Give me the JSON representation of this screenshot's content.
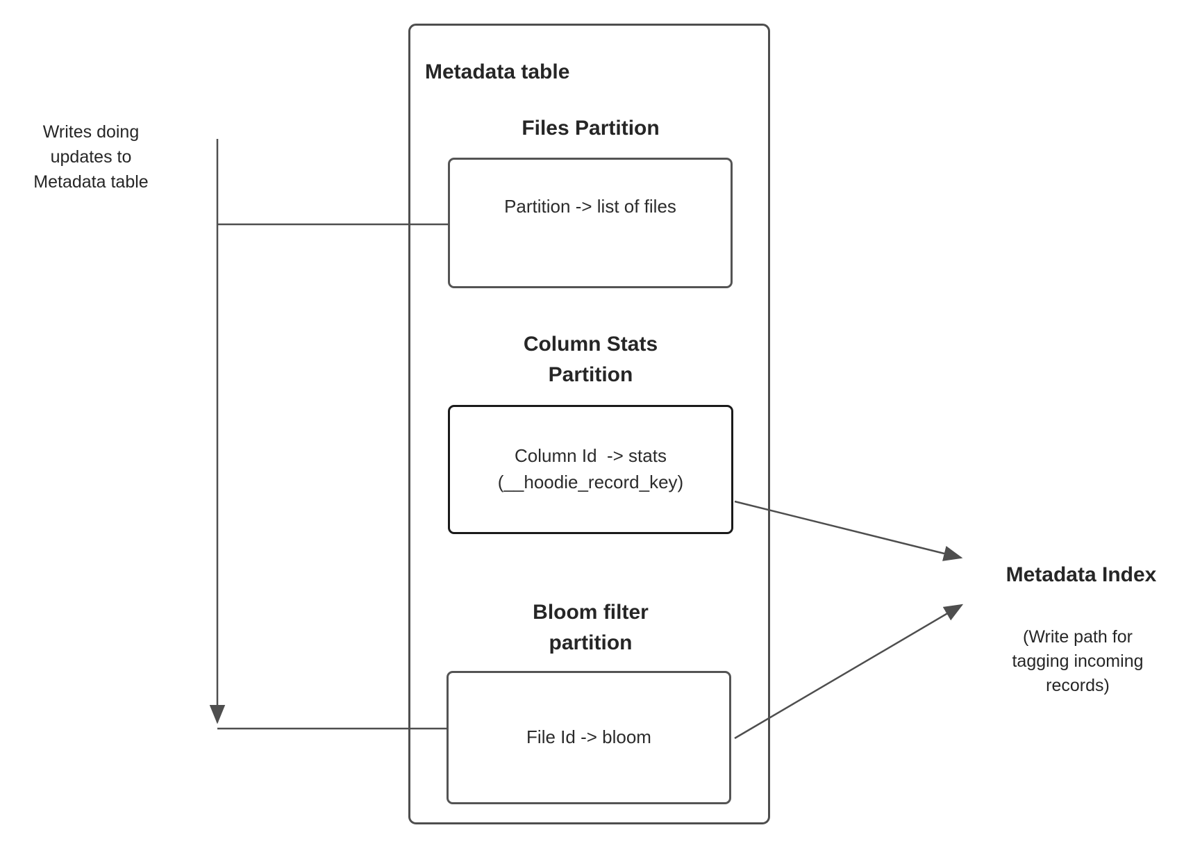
{
  "diagram": {
    "left_note": "Writes doing updates to Metadata table",
    "metadata_table": {
      "title": "Metadata table",
      "sections": [
        {
          "heading": "Files Partition",
          "lines": [
            "Partition -> list of files"
          ]
        },
        {
          "heading": "Column Stats Partition",
          "lines": [
            "Column Id  -> stats",
            "(__hoodie_record_key)"
          ]
        },
        {
          "heading": "Bloom filter partition",
          "lines": [
            "File Id -> bloom"
          ]
        }
      ]
    },
    "metadata_index": {
      "title": "Metadata Index",
      "subtitle": "(Write path for tagging incoming records)"
    },
    "colors": {
      "line": "#4e5256",
      "box_border": "#545454",
      "emphasis_border": "#1a1a1a",
      "text": "#262626"
    }
  }
}
